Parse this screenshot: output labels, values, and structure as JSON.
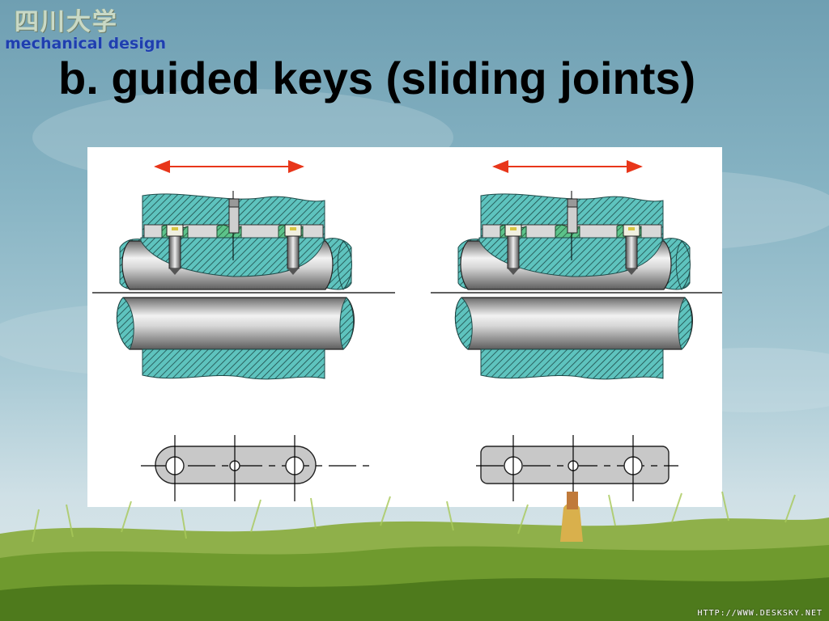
{
  "slide": {
    "title": "b. guided keys (sliding joints)"
  },
  "logo": {
    "cn_text": "四川大学",
    "en_text": "mechanical design"
  },
  "watermark": "HTTP://WWW.DESKSKY.NET",
  "colors": {
    "hatch_fill": "#5ec3be",
    "arrow": "#e8361a",
    "shaft_light": "#f2f2f2",
    "shaft_dark": "#5e5e5e",
    "key_fill": "#c8c8c8"
  },
  "icons": {
    "motion_arrow": "double-headed-arrow-icon",
    "screw": "screw-icon"
  }
}
